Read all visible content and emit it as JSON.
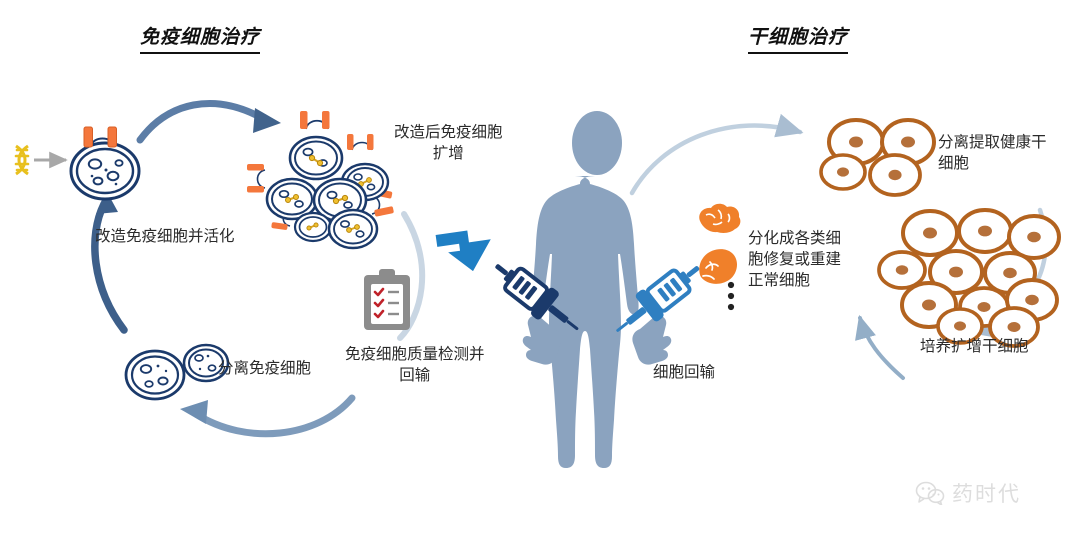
{
  "diagram": {
    "kind": "cell-therapy-workflow-infographic",
    "sections": {
      "left": {
        "title": "免疫细胞治疗"
      },
      "right": {
        "title": "干细胞治疗"
      }
    },
    "labels": {
      "expand_modified_immune_cells": "改造后免疫细胞\n扩增",
      "modify_and_activate": "改造免疫细胞并活化",
      "isolate_immune_cells": "分离免疫细胞",
      "quality_check_and_reinfuse": "免疫细胞质量检测并\n回输",
      "extract_healthy_stem_cells": "分离提取健康干\n细胞",
      "differentiate_repair": "分化成各类细\n胞修复或重建\n正常细胞",
      "cell_reinfusion": "细胞回输",
      "culture_expand_stem_cells": "培养扩增干细胞"
    },
    "icons": {
      "dna_helix": "dna-helix-icon",
      "immune_cell": "immune-cell-icon",
      "car_receptor": "car-receptor-icon",
      "clipboard_checklist": "clipboard-checklist-icon",
      "syringe_left": "syringe-icon",
      "syringe_right": "syringe-icon",
      "human_body": "human-body-silhouette",
      "brain": "brain-icon",
      "liver": "liver-icon",
      "ellipsis": "vertical-ellipsis-icon",
      "stem_cell": "stem-cell-icon",
      "arrow": "curved-arrow-icon"
    },
    "watermark": {
      "text": "药时代",
      "icon": "wechat-icon"
    },
    "colors": {
      "navy": "#1b3a6b",
      "orange_receptor": "#f4773c",
      "stem_cell_brown": "#b3631f",
      "stem_cell_nucleus": "#b5703a",
      "body_blue": "#8ba3bf",
      "arrow_gray_blue": "#9fb3c8",
      "arrow_dark": "#41638c",
      "bright_blue": "#1f7fc4",
      "syringe_navy": "#1b3a6b",
      "syringe_blue": "#2f7fc1",
      "dna_yellow": "#e8c01e",
      "clipboard_gray": "#8c8c8c",
      "check_red": "#c0222a",
      "organ_orange": "#f0802a",
      "title_black": "#111111",
      "text": "#2b2b2b",
      "watermark_gray": "#9a9a9a",
      "background": "#ffffff"
    },
    "counts": {
      "modified_immune_cell_cluster": 6,
      "isolated_immune_cells": 2,
      "stem_cells_top_cluster": 4,
      "stem_cells_bottom_cluster": 11,
      "ellipsis_dots": 3
    }
  }
}
